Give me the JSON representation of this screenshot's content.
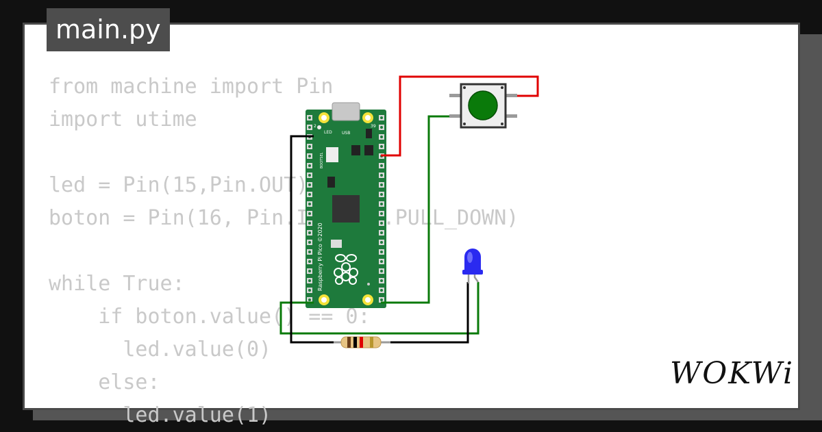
{
  "tab": {
    "filename": "main.py"
  },
  "code_lines": [
    "from machine import Pin",
    "import utime",
    "",
    "led = Pin(15,Pin.OUT)",
    "boton = Pin(16, Pin.IN, Pin.PULL_DOWN)",
    "",
    "while True:",
    "    if boton.value() == 0:",
    "      led.value(0)",
    "    else:",
    "      led.value(1)"
  ],
  "board": {
    "label": "Raspberry Pi Pico ©2020",
    "usb_label": "USB",
    "led_label": "LED",
    "bootsel_label": "BOOTSEL",
    "pin_2_label": "2",
    "pin_39_label": "39",
    "color": "#1e7a3c"
  },
  "wires": {
    "red": "#e00000",
    "green": "#0a7a0a",
    "black": "#000000"
  },
  "led_color": "#2a2af0",
  "button_cap_color": "#0a7a0a",
  "brand": {
    "logo": "WOKWi"
  }
}
